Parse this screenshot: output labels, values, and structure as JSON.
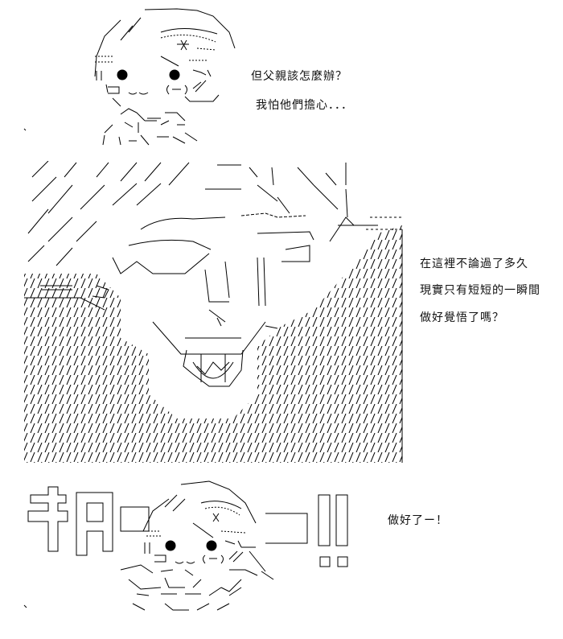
{
  "panel1": {
    "lines": [
      "但父親該怎麼辦？",
      "我怕他們擔心．．．"
    ]
  },
  "panel2": {
    "lines": [
      "在這裡不論過了多久",
      "現實只有短短的一瞬間",
      "做好覺悟了嗎？"
    ]
  },
  "panel3": {
    "lines": [
      "做好了ー！"
    ],
    "shout_text": "ｷﾘｯ",
    "shout_marks": "!!"
  },
  "colors": {
    "ink": "#000000",
    "paper": "#ffffff"
  }
}
